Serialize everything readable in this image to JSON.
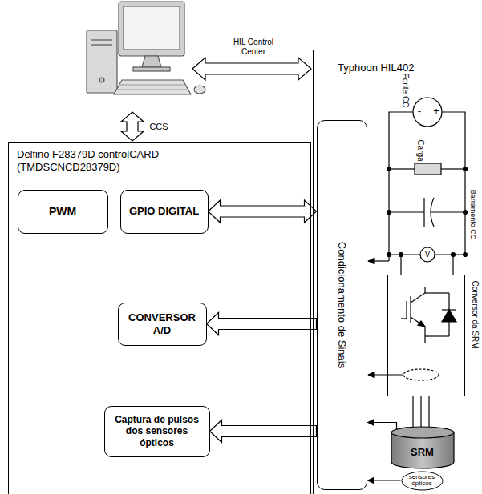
{
  "diagram": {
    "nodes": [
      {
        "text": [
          "Delfino F28379D controlCARD (TMDSCNCD28379D)"
        ]
      },
      {
        "text": [
          "PWM"
        ],
        "in": 0
      },
      {
        "text": [
          "GPIO DIGITAL"
        ],
        "in": 0
      },
      {
        "text": [
          "CONVERSOR A/D"
        ],
        "in": 0
      },
      {
        "text": [
          "Captura de pulsos dos sensores ópticos"
        ],
        "in": 0
      },
      {
        "text": [
          "Typhoon HIL402"
        ]
      },
      {
        "text": [
          "Condicionamento de Sinais"
        ],
        "in": 5
      },
      {
        "text": [
          "Conversor da SRM"
        ],
        "in": 5
      },
      {
        "text": [
          "SRM"
        ],
        "in": 5
      },
      {
        "text": [
          "sensores ópticos"
        ],
        "in": 5
      }
    ],
    "edges": [
      {
        "from": 2,
        "to": 6,
        "arrow": "both"
      },
      {
        "from": 6,
        "to": 3,
        "arrow": "to"
      },
      {
        "from": 6,
        "to": 4,
        "arrow": "to"
      },
      {
        "from": 8,
        "to": 6,
        "arrow": "to"
      },
      {
        "from": 9,
        "to": 6,
        "arrow": "to"
      }
    ],
    "labels": [
      "HIL Control Center",
      "CCS",
      "Fonte CC",
      "Carga",
      "Barramento CC",
      "-",
      "+",
      "V"
    ]
  }
}
